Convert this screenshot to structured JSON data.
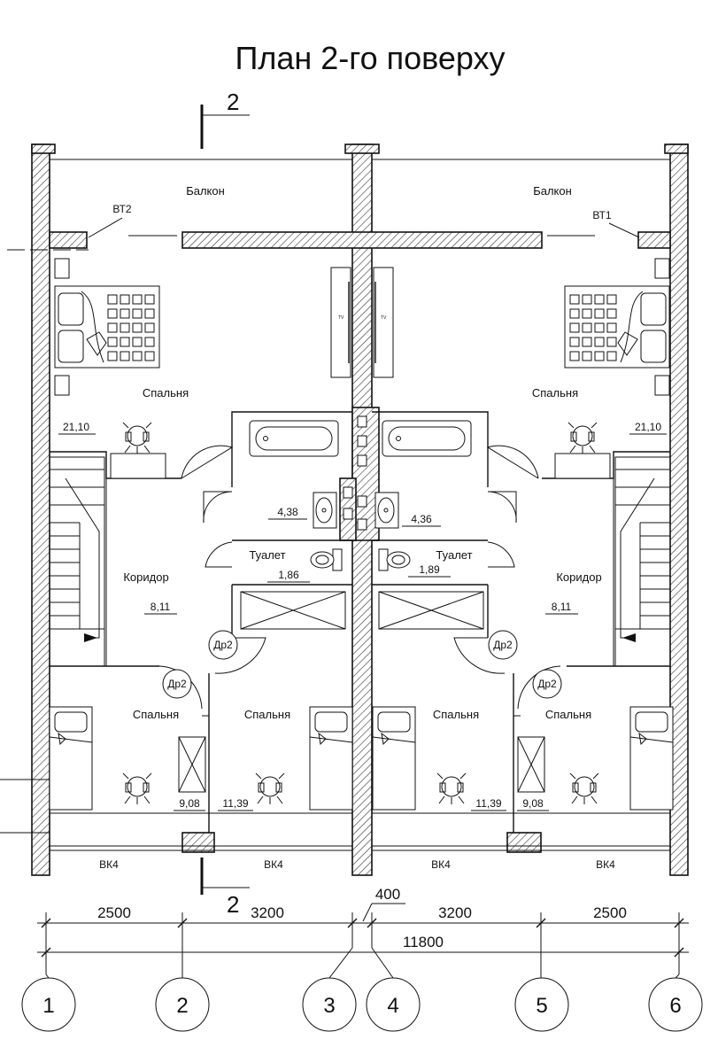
{
  "title": "План 2-го поверху",
  "section": {
    "top": "2",
    "bottom": "2"
  },
  "rooms": {
    "balcony_left": "Балкон",
    "balcony_right": "Балкон",
    "bedroom_top_left": "Спальня",
    "bedroom_top_right": "Спальня",
    "corridor_left": "Коридор",
    "corridor_right": "Коридор",
    "toilet_left": "Туалет",
    "toilet_right": "Туалет",
    "bedroom_bl1": "Спальня",
    "bedroom_bl2": "Спальня",
    "bedroom_br1": "Спальня",
    "bedroom_br2": "Спальня"
  },
  "areas": {
    "bedroom_top_left": "21,10",
    "bedroom_top_right": "21,10",
    "bath_left": "4,38",
    "bath_right": "4,36",
    "toilet_left": "1,86",
    "toilet_right": "1,89",
    "corridor_left": "8,11",
    "corridor_right": "8,11",
    "bedroom_bl1": "9,08",
    "bedroom_bl2": "11,39",
    "bedroom_br1": "11,39",
    "bedroom_br2": "9,08"
  },
  "windows": {
    "balcony_left": "ВТ2",
    "balcony_right": "ВТ1",
    "bottom": [
      "ВК4",
      "ВК4",
      "ВК4",
      "ВК4"
    ]
  },
  "doors": [
    "Др2",
    "Др2",
    "Др2",
    "Др2"
  ],
  "tv_label": "TV",
  "dimensions": {
    "segments": [
      "2500",
      "3200",
      "3200",
      "2500"
    ],
    "middle": "400",
    "total": "11800"
  },
  "axes": [
    "1",
    "2",
    "3",
    "4",
    "5",
    "6"
  ],
  "colors": {
    "line": "#111111",
    "background": "#ffffff"
  }
}
